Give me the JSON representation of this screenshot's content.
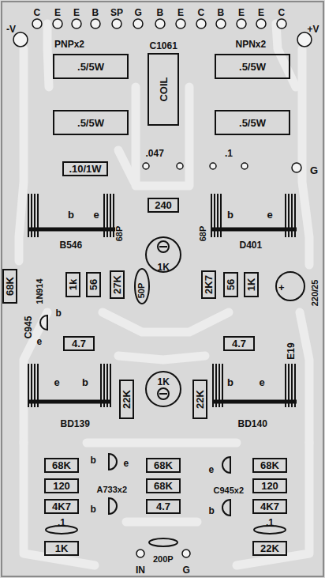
{
  "diagram": {
    "nodes": [
      {
        "text": [
          ".5/5W"
        ]
      },
      {
        "text": [
          "COIL"
        ]
      },
      {
        "text": [
          ".5/5W"
        ]
      },
      {
        "text": [
          ".5/5W"
        ]
      },
      {
        "text": [
          ".5/5W"
        ]
      },
      {
        "text": [
          ".10/1W"
        ]
      },
      {
        "text": [
          "240"
        ]
      },
      {
        "text": [
          "68K"
        ]
      },
      {
        "text": [
          "1k"
        ]
      },
      {
        "text": [
          "56"
        ]
      },
      {
        "text": [
          "27K"
        ]
      },
      {
        "text": [
          "2K7"
        ]
      },
      {
        "text": [
          "56"
        ]
      },
      {
        "text": [
          "1K"
        ]
      },
      {
        "text": [
          "4.7"
        ]
      },
      {
        "text": [
          "4.7"
        ]
      },
      {
        "text": [
          "22K"
        ]
      },
      {
        "text": [
          "22K"
        ]
      },
      {
        "text": [
          "68K"
        ]
      },
      {
        "text": [
          "120"
        ]
      },
      {
        "text": [
          "4K7"
        ]
      },
      {
        "text": [
          "1K"
        ]
      },
      {
        "text": [
          "68K"
        ]
      },
      {
        "text": [
          "68K"
        ]
      },
      {
        "text": [
          "4.7"
        ]
      },
      {
        "text": [
          "68K"
        ]
      },
      {
        "text": [
          "120"
        ]
      },
      {
        "text": [
          "4K7"
        ]
      },
      {
        "text": [
          "22K"
        ]
      }
    ],
    "labels": [
      "C",
      "E",
      "E",
      "B",
      "SP",
      "G",
      "B",
      "E",
      "C",
      "B",
      "E",
      "E",
      "C",
      "-V",
      "+V",
      "PNPx2",
      "C1061",
      "NPNx2",
      ".047",
      ".1",
      "G",
      "68P",
      "68P",
      "1K",
      "b",
      "e",
      "B546",
      "b",
      "e",
      "D401",
      "1N914",
      "C945",
      "b",
      "e",
      "50P",
      "+",
      "220/25",
      "E19",
      "e",
      "b",
      "BD139",
      "1K",
      "b",
      "e",
      "BD140",
      "b",
      "e",
      "b",
      "A733x2",
      "e",
      "b",
      "C945x2",
      ".1",
      ".1",
      "200P",
      "IN",
      "G"
    ]
  }
}
